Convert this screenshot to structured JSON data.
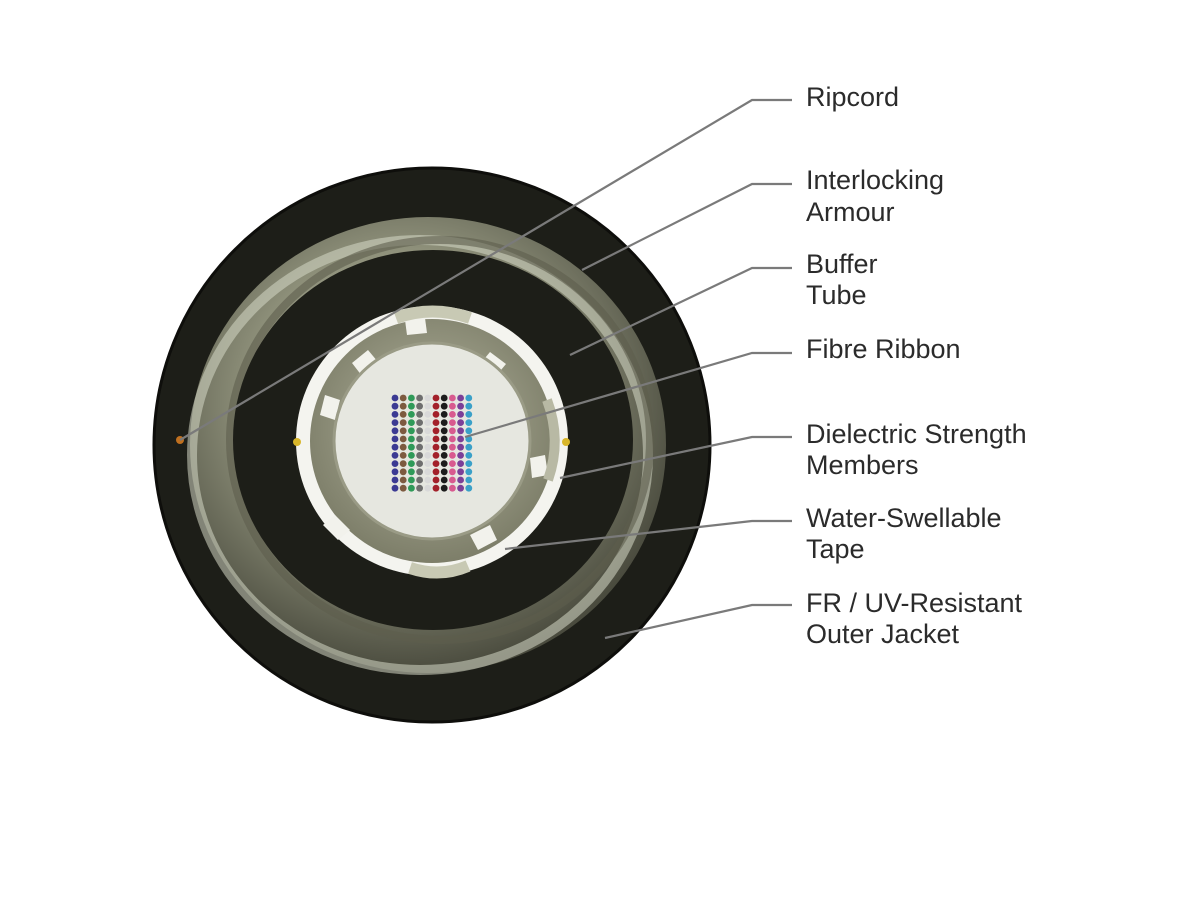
{
  "labels": [
    {
      "id": "ripcord",
      "lines": [
        "Ripcord"
      ]
    },
    {
      "id": "interlocking-armour",
      "lines": [
        "Interlocking",
        "Armour"
      ]
    },
    {
      "id": "buffer-tube",
      "lines": [
        "Buffer",
        "Tube"
      ]
    },
    {
      "id": "fibre-ribbon",
      "lines": [
        "Fibre Ribbon"
      ]
    },
    {
      "id": "dielectric-strength-members",
      "lines": [
        "Dielectric Strength",
        "Members"
      ]
    },
    {
      "id": "water-swellable-tape",
      "lines": [
        "Water-Swellable",
        "Tape"
      ]
    },
    {
      "id": "outer-jacket",
      "lines": [
        "FR / UV-Resistant",
        "Outer Jacket"
      ]
    }
  ],
  "colors": {
    "jacket": "#1d1e18",
    "armour": "#9a9c86",
    "buffer_tube": "#8f9078",
    "tape": "#e9ebe3",
    "core": "#e6e7e0",
    "leader": "#7a7a7a",
    "fibre_columns": [
      "#3b3a93",
      "#7d5a3f",
      "#2f9a58",
      "#6e6e6e",
      "#d9d9d9",
      "#a3212a",
      "#1c1c1c",
      "#d85a8f",
      "#7b3f98",
      "#3aa0c8"
    ]
  }
}
